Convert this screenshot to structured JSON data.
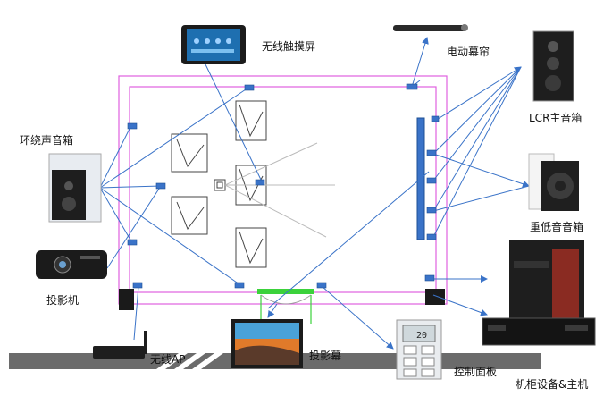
{
  "labels": {
    "touchscreen": "无线触摸屏",
    "curtain": "电动幕帘",
    "lcr": "LCR主音箱",
    "surround": "环绕声音箱",
    "subwoofer": "重低音音箱",
    "projector": "投影机",
    "ap": "无线AP",
    "screen": "投影幕",
    "panel": "控制面板",
    "rack": "机柜设备&主机"
  },
  "panel_display": "20",
  "colors": {
    "wall": "#e060e0",
    "link": "#3a73c8",
    "door": "#33cc33",
    "floor_stripe": "#666666",
    "column": "#1a1a1a"
  }
}
